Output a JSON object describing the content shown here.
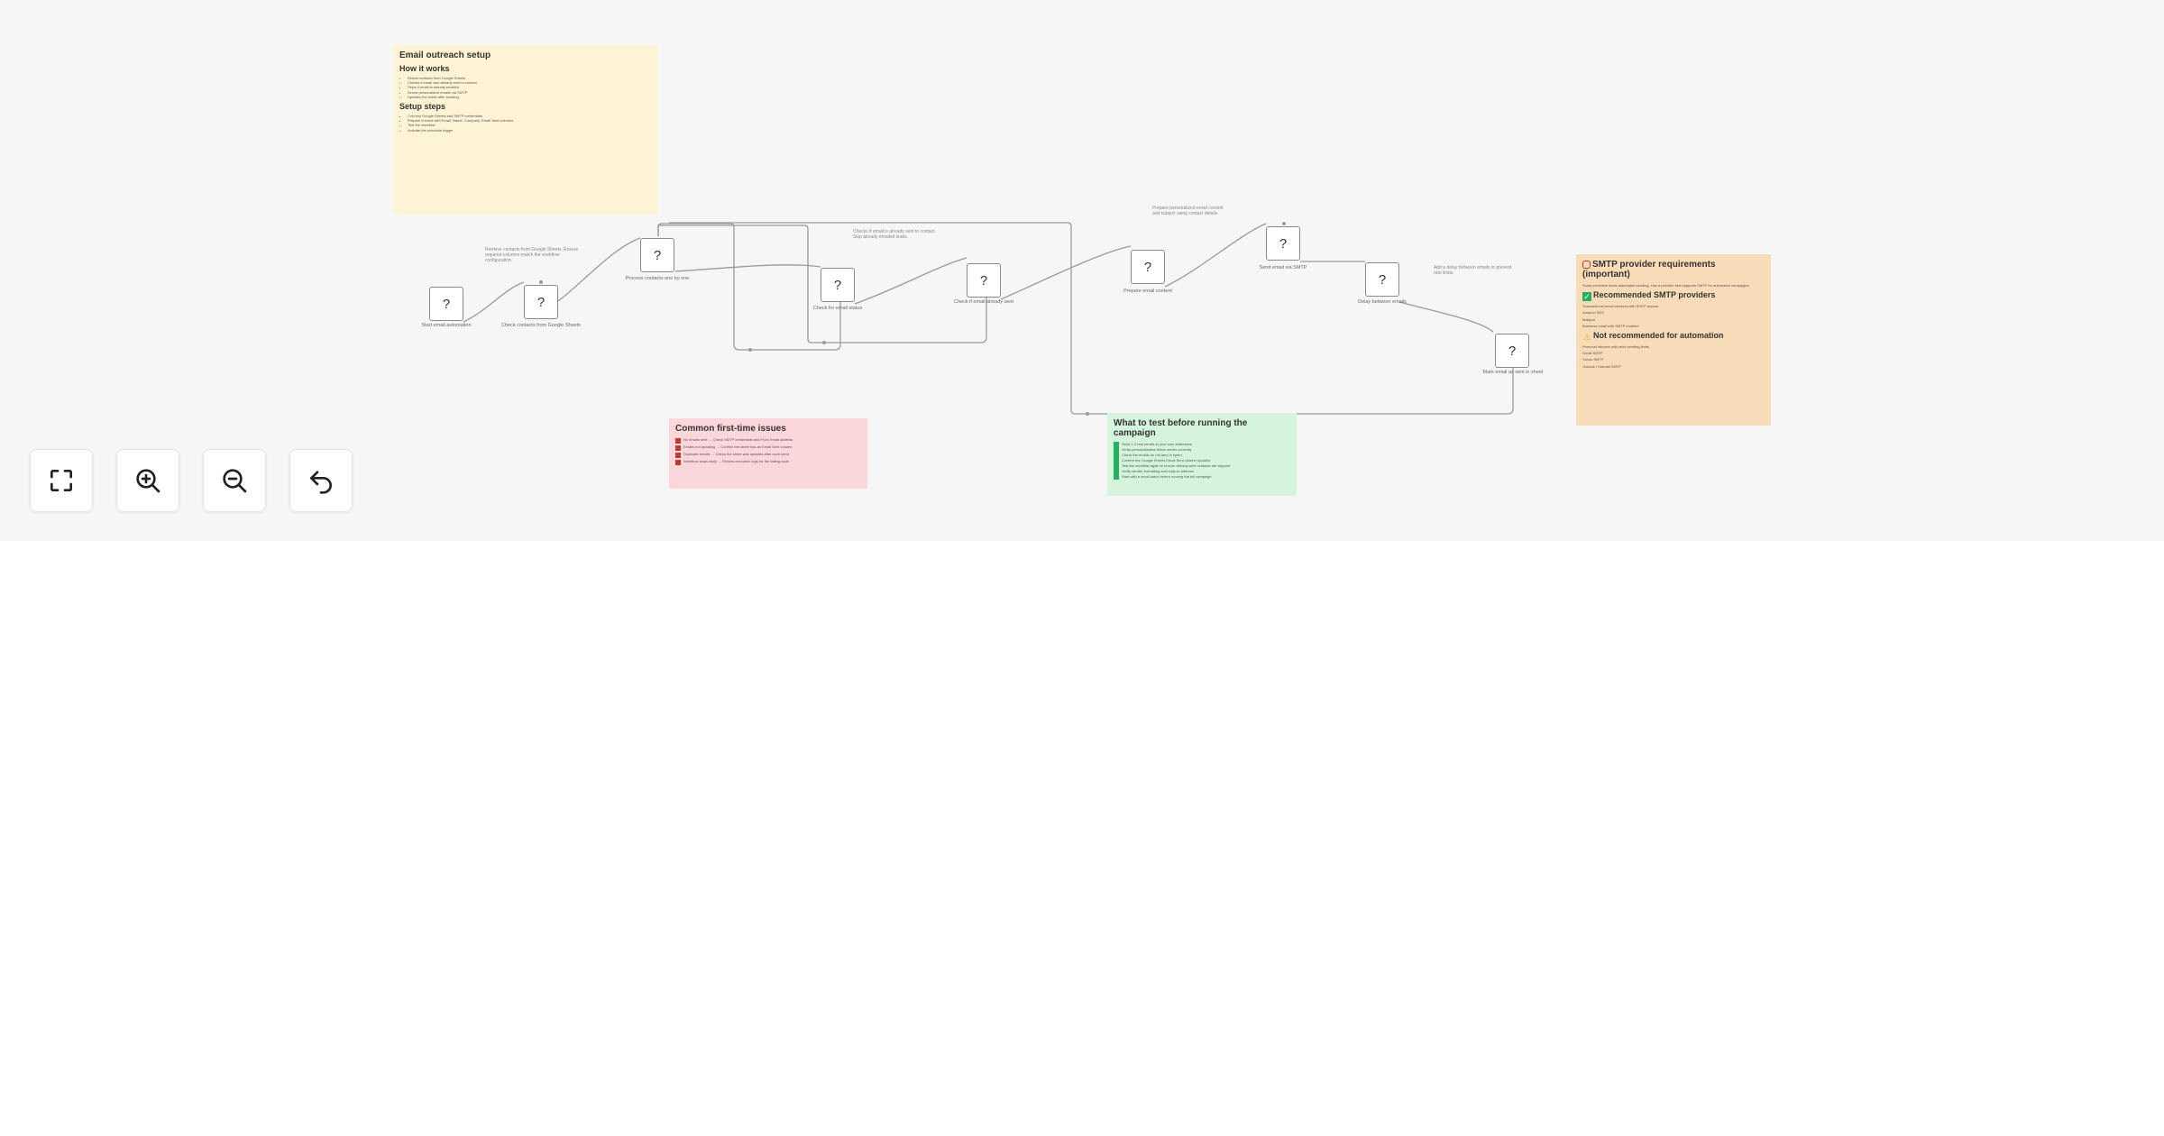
{
  "notes": {
    "setup": {
      "title": "Email outreach setup",
      "how_heading": "How it works",
      "how_items": [
        "Reads contacts from Google Sheets",
        "Checks if email was already sent to contact",
        "Skips if email is already emailed",
        "Sends personalized emails via SMTP",
        "Updates the sheet after sending"
      ],
      "steps_heading": "Setup steps",
      "steps_items": [
        "Connect Google Sheets and SMTP credentials",
        "Prepare a sheet with Email, Name, Company, Email Sent columns",
        "Test the workflow",
        "Activate the schedule trigger"
      ]
    },
    "issues": {
      "title": "Common first-time issues",
      "items": [
        "No emails sent → Check SMTP credentials and From Email address",
        "Emails not updating → Confirm the sheet has an Email Sent column",
        "Duplicate emails → Check the sheet was updated after each send",
        "Workflow stops early → Review execution logs for the failing node"
      ]
    },
    "testing": {
      "title": "What to test before running the campaign",
      "items": [
        "Send 1-2 test emails to your own addresses",
        "Verify personalization fields render correctly",
        "Check the emails do not land in spam",
        "Confirm the Google Sheets Email Sent column updates",
        "Test the workflow again to ensure already-sent contacts are skipped",
        "Verify sender formatting and reply-to address",
        "Start with a small batch before running the full campaign"
      ]
    },
    "smtp": {
      "title": "SMTP provider requirements (important)",
      "intro": "Some providers block automated sending. Use a provider that supports SMTP for automated campaigns.",
      "rec_heading": "Recommended SMTP providers",
      "rec_items": [
        "Transactional email services with SMTP access",
        "Amazon SES",
        "Mailgun",
        "Business email with SMTP enabled"
      ],
      "not_heading": "Not recommended for automation",
      "not_items": [
        "Personal inboxes with strict sending limits",
        "Gmail SMTP",
        "Yahoo SMTP",
        "Outlook / Hotmail SMTP"
      ]
    }
  },
  "annotations": {
    "sheets_note": "Retrieve contacts from Google Sheets. Ensure required columns match the workflow configuration.",
    "skip_note": "Checks if email is already sent to contact. Skip already emailed leads.",
    "personalize_note": "Prepare personalized email content and subject using contact details.",
    "delay_note": "Add a delay between emails to prevent rate limits."
  },
  "nodes": [
    {
      "id": "start",
      "label": "Start email automation"
    },
    {
      "id": "read",
      "label": "Check contacts from Google Sheets"
    },
    {
      "id": "loop",
      "label": "Process contacts one by one"
    },
    {
      "id": "filter",
      "label": "Check for email status"
    },
    {
      "id": "check",
      "label": "Check if email already sent"
    },
    {
      "id": "prepare",
      "label": "Prepare email content"
    },
    {
      "id": "send",
      "label": "Send email via SMTP"
    },
    {
      "id": "delay",
      "label": "Delay between emails"
    },
    {
      "id": "mark",
      "label": "Mark email as sent in sheet"
    }
  ],
  "node_glyph": "?",
  "controls": {
    "fit": "fit-view",
    "zoom_in": "zoom-in",
    "zoom_out": "zoom-out",
    "undo": "undo"
  },
  "colors": {
    "canvas": "#f6f6f6",
    "sticky_yellow": "#fff3d6",
    "sticky_pink": "#fbd6da",
    "sticky_green": "#d5f4dc",
    "sticky_orange": "#f8dcb8"
  }
}
